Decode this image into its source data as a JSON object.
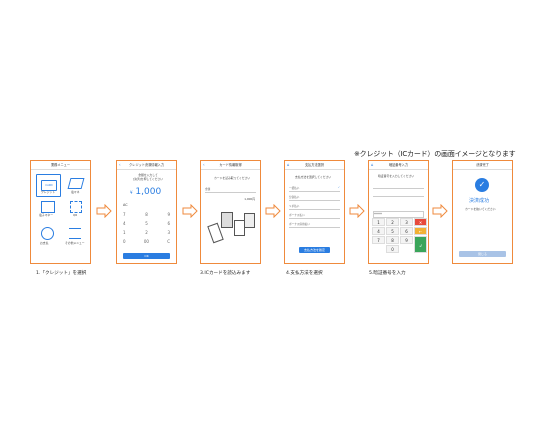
{
  "note": "※クレジット（ICカード）の画面イメージとなります",
  "screens": {
    "s1": {
      "title": "業務メニュー",
      "items": [
        "クレジット",
        "電マネ",
        "QR",
        "電子マネー",
        "お支払",
        "その他メニュー"
      ],
      "card_label": "CARD",
      "caption": "1.「クレジット」を選択"
    },
    "s2": {
      "title": "クレジット決済情報入力",
      "subtitle": "金額を入力して\n[決済]を押してください",
      "currency": "¥",
      "amount": "1,000",
      "keys": [
        "AC",
        "7",
        "8",
        "9",
        "4",
        "5",
        "6",
        "1",
        "2",
        "3",
        "0",
        "00",
        "C"
      ],
      "ok": "OK"
    },
    "s3": {
      "title": "カード情報取得",
      "instruction": "カードを読み取ってください",
      "amount_label": "金額",
      "amount_value": "1,000円",
      "caption": "3.ICカードを読込みます"
    },
    "s4": {
      "title": "支払方法選択",
      "instruction": "支払方法を選択してください",
      "options": [
        "一括払い",
        "分割払い",
        "リボ払い",
        "ボーナス払い",
        "ボーナス併用払い"
      ],
      "button": "支払方法を確定",
      "caption": "4.支払方法を選択"
    },
    "s5": {
      "title": "暗証番号入力",
      "instruction": "暗証番号を入力してください",
      "pin": "****",
      "keys": [
        "1",
        "2",
        "3",
        "4",
        "5",
        "6",
        "7",
        "8",
        "9",
        "0"
      ],
      "caption": "5.暗証番号を入力"
    },
    "s6": {
      "title": "決済完了",
      "status": "決済成功",
      "instruction": "カードを抜いてください",
      "button": "閉じる"
    }
  },
  "colors": {
    "accent": "#2a7de1",
    "frame": "#ef8a3c",
    "cancel": "#e84a3c",
    "clear": "#f2b134",
    "enter": "#3aa55a"
  }
}
